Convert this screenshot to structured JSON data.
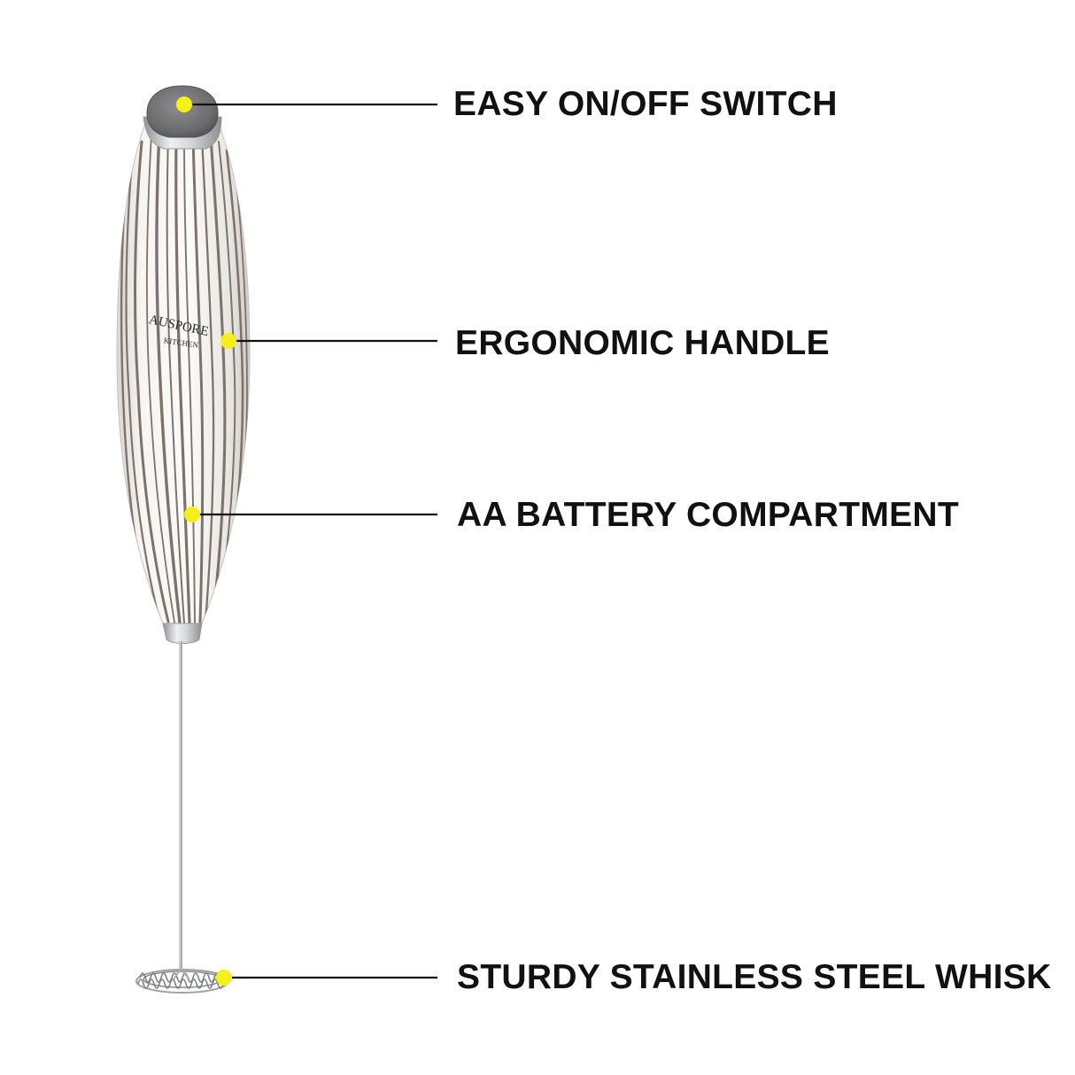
{
  "callouts": [
    {
      "id": "switch",
      "label": "EASY ON/OFF SWITCH"
    },
    {
      "id": "handle",
      "label": "ERGONOMIC HANDLE"
    },
    {
      "id": "battery",
      "label": "AA BATTERY COMPARTMENT"
    },
    {
      "id": "whisk",
      "label": "STURDY STAINLESS STEEL WHISK"
    }
  ],
  "brand": {
    "name": "AUSPORE",
    "subtitle": "KITCHEN"
  },
  "colors": {
    "marker": "#f5f01a",
    "leader_line": "#111111",
    "text": "#111111",
    "handle_base": "#f2f1ee",
    "wood_grain": "#7e736c",
    "metal": "#c9cacc"
  }
}
